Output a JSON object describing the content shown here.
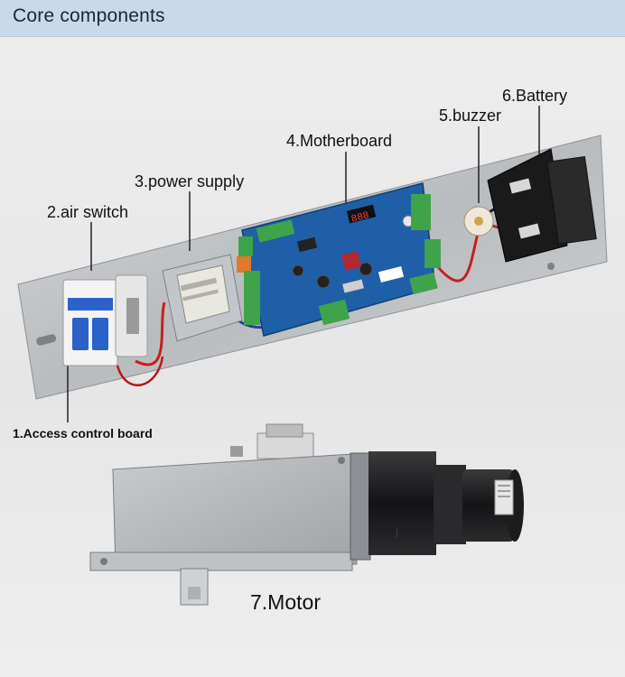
{
  "header": {
    "title": "Core components"
  },
  "labels": {
    "access_control_board": "1.Access control board",
    "air_switch": "2.air switch",
    "power_supply": "3.power supply",
    "motherboard": "4.Motherboard",
    "buzzer": "5.buzzer",
    "battery": "6.Battery",
    "motor": "7.Motor"
  },
  "colors": {
    "header_bg": "#c8d9ec",
    "pcb_blue": "#1f5fa8",
    "terminal_green": "#3fa34a",
    "breaker_blue": "#2a62c9"
  }
}
